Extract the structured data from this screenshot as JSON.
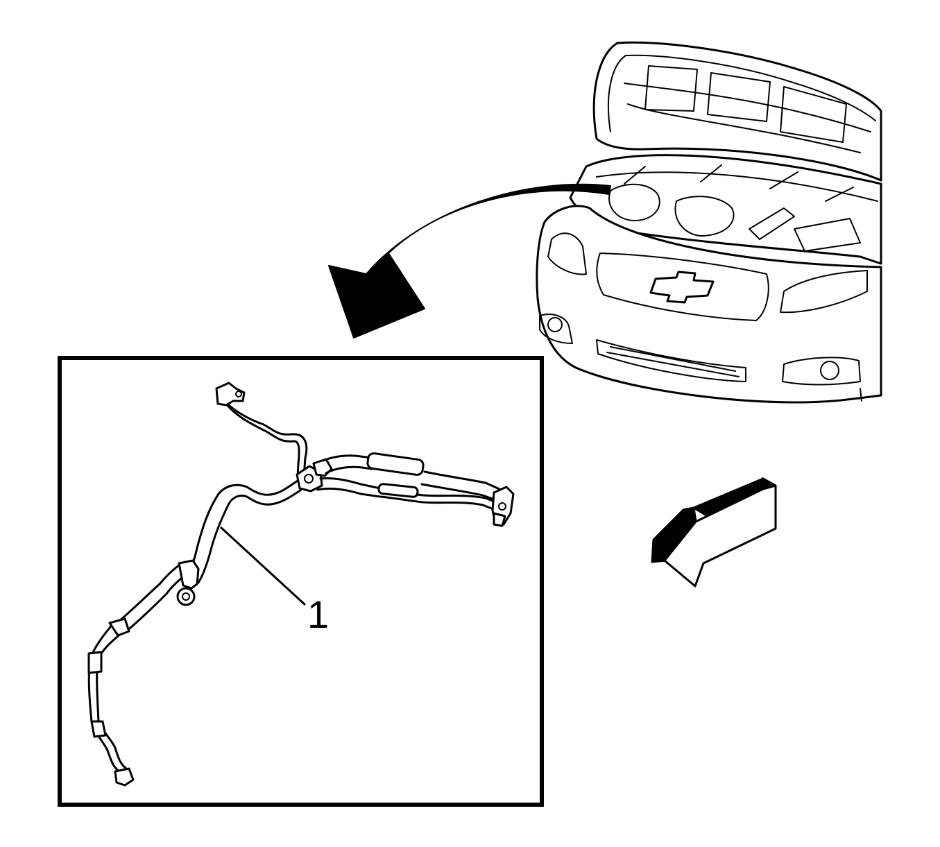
{
  "figure": {
    "callouts": [
      {
        "label": "1",
        "target": "ac-refrigerant-hose-assembly"
      }
    ],
    "elements": {
      "vehicle": "front-of-vehicle-hood-open",
      "detail_arrow": "curved-arrow-to-detail",
      "view_box": "detail-inset",
      "direction": "front-of-vehicle-direction-arrow"
    },
    "colors": {
      "ink": "#000000",
      "paper": "#ffffff"
    }
  }
}
